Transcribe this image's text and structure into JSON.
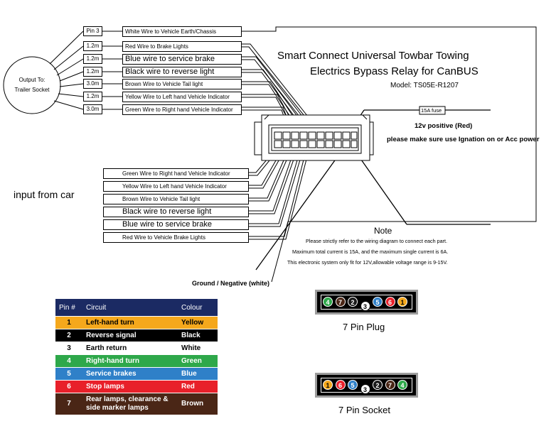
{
  "title": {
    "line1": "Smart Connect Universal Towbar Towing",
    "line2": "Electrics Bypass Relay for CanBUS",
    "model": "Model: TS05E-R1207"
  },
  "trailer_socket": {
    "label": "Output To: Trailer Socket"
  },
  "outputs": [
    {
      "length": "Pin 3",
      "label": "White Wire to Vehicle Earth/Chassis"
    },
    {
      "length": "1.2m",
      "label": "Red Wire to Brake Lights"
    },
    {
      "length": "1.2m",
      "label": "Blue wire to service brake"
    },
    {
      "length": "1.2m",
      "label": "Black wire to reverse light"
    },
    {
      "length": "3.0m",
      "label": "Brown Wire to Vehicle Tail light"
    },
    {
      "length": "1.2m",
      "label": "Yellow Wire to Left hand Vehicle Indicator"
    },
    {
      "length": "3.0m",
      "label": "Green Wire to Right hand Vehicle Indicator"
    }
  ],
  "inputs_label": "input from car",
  "inputs": [
    {
      "label": "Green Wire to Right hand Vehicle Indicator"
    },
    {
      "label": "Yellow Wire to Left hand Vehicle Indicator"
    },
    {
      "label": "Brown Wire to Vehicle Tail light"
    },
    {
      "label": "Black wire to reverse light"
    },
    {
      "label": "Blue wire to service brake"
    },
    {
      "label": "Red Wire to Vehicle Brake Lights"
    }
  ],
  "power": {
    "fuse": "15A fuse",
    "label": "12v positive (Red)",
    "note": "please make sure use Ignation on or Acc power"
  },
  "ground_label": "Ground / Negative (white)",
  "note": {
    "title": "Note",
    "lines": [
      "Please strictly refer to the wiring diagram to connect each part.",
      "Maximum total current is 15A, and the maximum single current is 6A.",
      "This electronic system only fit for 12V,allowable voltage range is 9-15V."
    ]
  },
  "pin_table": {
    "headers": [
      "Pin #",
      "Circuit",
      "Colour"
    ],
    "rows": [
      {
        "pin": "1",
        "circuit": "Left-hand turn",
        "colour": "Yellow",
        "bg": "#f5a81c",
        "fg": "#000000"
      },
      {
        "pin": "2",
        "circuit": "Reverse signal",
        "colour": "Black",
        "bg": "#000000",
        "fg": "#ffffff"
      },
      {
        "pin": "3",
        "circuit": "Earth return",
        "colour": "White",
        "bg": "#ffffff",
        "fg": "#000000"
      },
      {
        "pin": "4",
        "circuit": "Right-hand turn",
        "colour": "Green",
        "bg": "#2ea84a",
        "fg": "#ffffff"
      },
      {
        "pin": "5",
        "circuit": "Service brakes",
        "colour": "Blue",
        "bg": "#2f80c8",
        "fg": "#ffffff"
      },
      {
        "pin": "6",
        "circuit": "Stop lamps",
        "colour": "Red",
        "bg": "#e8202a",
        "fg": "#ffffff"
      },
      {
        "pin": "7",
        "circuit": "Rear lamps, clearance & side marker lamps",
        "colour": "Brown",
        "bg": "#4a2616",
        "fg": "#ffffff"
      }
    ]
  },
  "plug": {
    "label": "7 Pin Plug",
    "pins": [
      "4",
      "7",
      "2",
      "3",
      "5",
      "6",
      "1"
    ]
  },
  "socket": {
    "label": "7 Pin Socket",
    "pins": [
      "1",
      "6",
      "5",
      "3",
      "2",
      "7",
      "4"
    ]
  },
  "colors": {
    "1": "#f5a81c",
    "2": "#1a1a1a",
    "3": "#ffffff",
    "4": "#2ea84a",
    "5": "#2f80c8",
    "6": "#e8202a",
    "7": "#4a2616",
    "header": "#1b2a63"
  }
}
